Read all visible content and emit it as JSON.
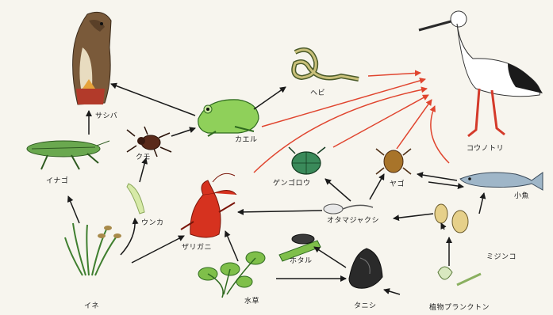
{
  "labels": {
    "sashiba": "サシバ",
    "inago": "イナゴ",
    "kumo": "クモ",
    "kaeru": "カエル",
    "hebi": "ヘビ",
    "kounotori": "コウノトリ",
    "unka": "ウンカ",
    "zarigani": "ザリガニ",
    "ine": "イネ",
    "suisou": "水草",
    "genggorou": "ゲンゴロウ",
    "yago": "ヤゴ",
    "kozakana": "小魚",
    "otamajakushi": "オタマジャクシ",
    "mijinko": "ミジンコ",
    "hotaru": "ホタル",
    "tanishi": "タニシ",
    "plankton": "植物プランクトン"
  },
  "colors": {
    "background": "#f7f5ee",
    "arrow_black": "#1a1a1a",
    "arrow_red": "#e0452f"
  }
}
